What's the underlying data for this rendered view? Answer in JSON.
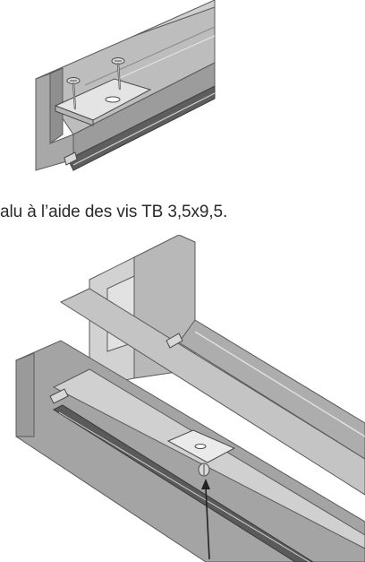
{
  "instruction": {
    "caption": "alu à l’aide des vis TB 3,5x9,5."
  },
  "illustrations": [
    {
      "name": "aluminium-profile-top-screw-assembly",
      "icon": "profile-with-screws-illustration"
    },
    {
      "name": "aluminium-profile-bottom-bracket-view",
      "icon": "profile-with-bracket-illustration"
    }
  ],
  "colors": {
    "profile_light": "#c9c9c9",
    "profile_mid": "#a9a9a9",
    "profile_dark": "#7e7e7e",
    "outline": "#5a5a5a",
    "plate": "#e4e4e4",
    "text": "#2a2a2a"
  }
}
